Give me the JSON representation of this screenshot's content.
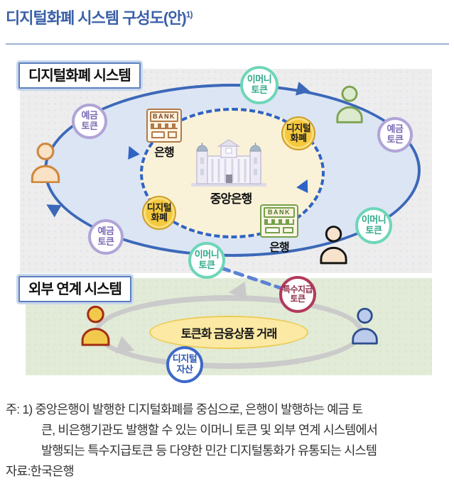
{
  "page": {
    "title": "디지털화폐 시스템 구성도(안)",
    "title_sup": "1)"
  },
  "top_system": {
    "label": "디지털화폐 시스템",
    "central_bank_label": "중앙은행",
    "bank_label": "은행",
    "bank_sign": "BANK",
    "deposit_token": "예금\n토큰",
    "emoney_token": "이머니\n토큰",
    "cbdc_token": "디지털\n화폐"
  },
  "bottom_system": {
    "label": "외부 연계 시스템",
    "special_token": "특수지급\n토큰",
    "digital_asset_token": "디지털\n자산",
    "transaction_label": "토큰화 금융상품 거래"
  },
  "notes": {
    "line1": "주: 1) 중앙은행이 발행한 디지털화폐를 중심으로, 은행이 발행하는 예금 토",
    "line2": "큰, 비은행기관도 발행할 수 있는 이머니 토큰 및 외부 연계 시스템에서",
    "line3": "발행되는 특수지급토큰 등 다양한 민간 디지털통화가 유통되는 시스템",
    "source": "자료:한국은행"
  },
  "colors": {
    "title_blue": "#3a5fa8",
    "outer_ellipse_blue": "#3c68b8",
    "inner_dashed_blue": "#2f63c6",
    "panel_gray": "#ededee",
    "panel_green": "#e2ebd7",
    "ellipse_fill_blue": "#dbe5f4",
    "ellipse_fill_yellow": "#faf2d8",
    "deposit_purple": "#b1a4d6",
    "emoney_teal": "#6ed6b8",
    "cbdc_gold": "#f5c83e",
    "special_crimson": "#b23a5c",
    "asset_blue": "#3e68c8",
    "flow_gray": "#cbcbcb",
    "transaction_yellow": "#fbe9a4"
  }
}
